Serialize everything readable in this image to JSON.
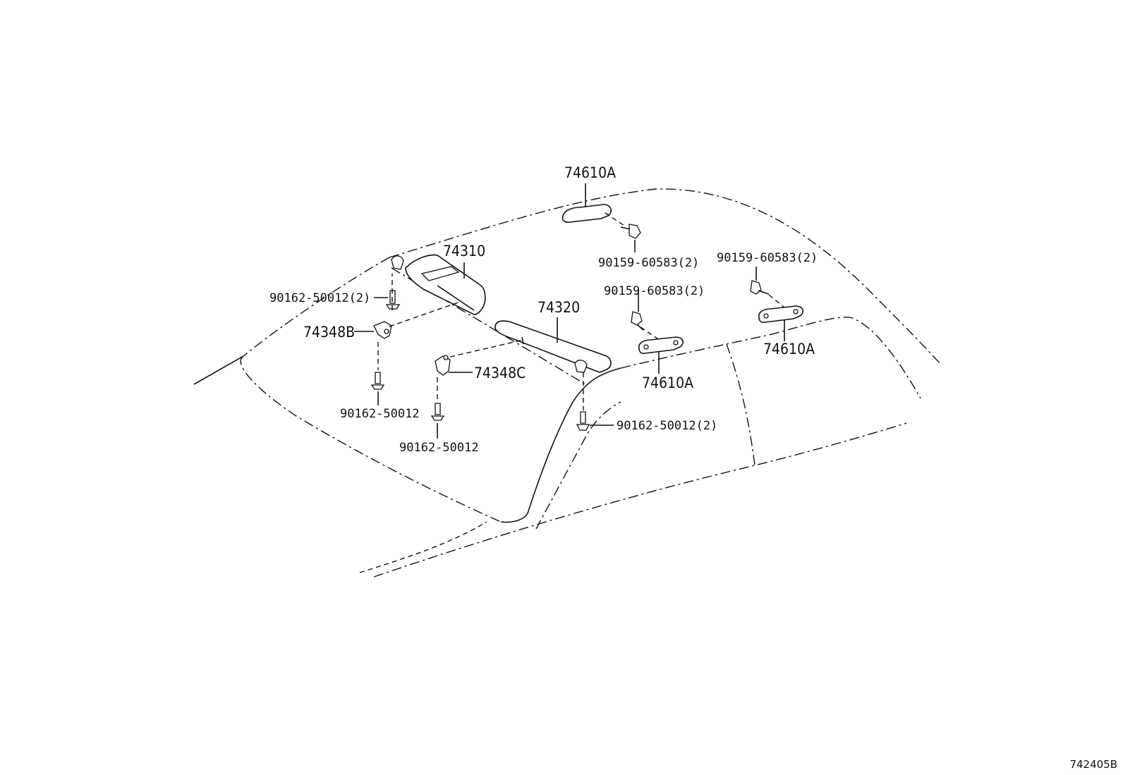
{
  "labels": {
    "assist_grip_top": "74610A",
    "assist_grip_mid": "74610A",
    "assist_grip_right": "74610A",
    "visor_left": "74310",
    "visor_right": "74320",
    "holder_left": "74348B",
    "holder_right": "74348C",
    "bolt_top": "90159-60583(2)",
    "bolt_mid": "90159-60583(2)",
    "bolt_right": "90159-60583(2)",
    "screw_visor_left": "90162-50012(2)",
    "screw_holder_left": "90162-50012",
    "screw_holder_right": "90162-50012",
    "screw_visor_right": "90162-50012(2)"
  },
  "reference_code": "742405B"
}
